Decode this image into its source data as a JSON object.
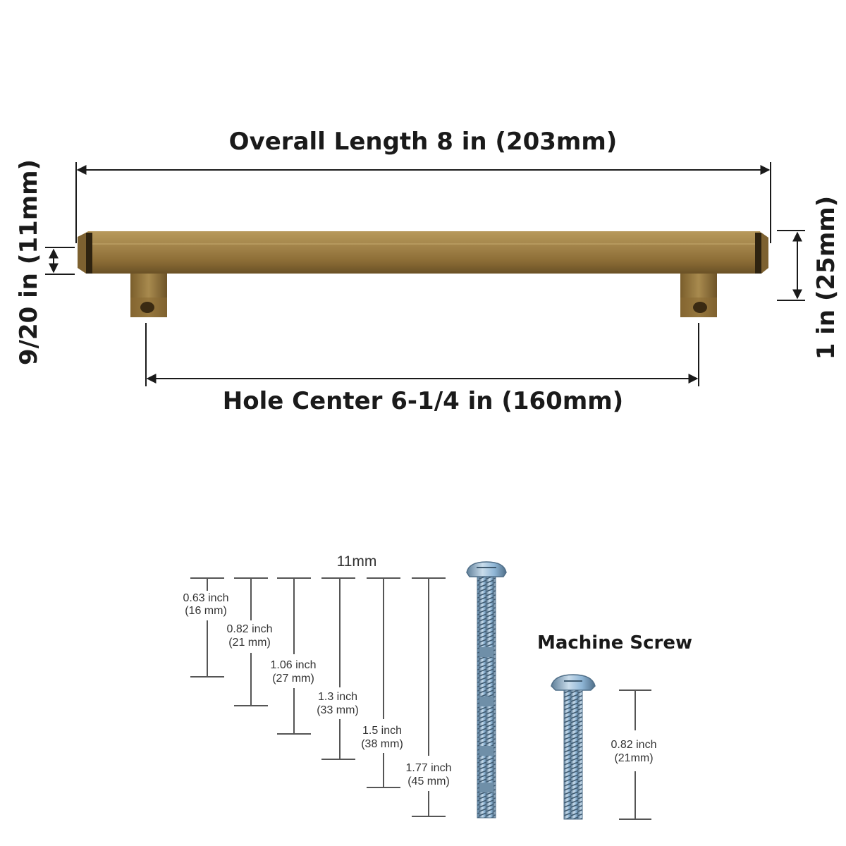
{
  "handle": {
    "overall_length": "Overall Length 8 in (203mm)",
    "hole_center": "Hole Center 6-1/4 in (160mm)",
    "bar_width": "9/20 in (11mm)",
    "projection": "1 in (25mm)"
  },
  "screws": {
    "diameter": "11mm",
    "title": "Machine Screw",
    "sizes": [
      {
        "inch": "0.63 inch",
        "mm": "(16 mm)"
      },
      {
        "inch": "0.82 inch",
        "mm": "(21 mm)"
      },
      {
        "inch": "1.06 inch",
        "mm": "(27 mm)"
      },
      {
        "inch": "1.3 inch",
        "mm": "(33 mm)"
      },
      {
        "inch": "1.5 inch",
        "mm": "(38 mm)"
      },
      {
        "inch": "1.77 inch",
        "mm": "(45 mm)"
      }
    ],
    "machine_screw": {
      "inch": "0.82 inch",
      "mm": "(21mm)"
    }
  },
  "colors": {
    "brass_light": "#a88a4e",
    "brass_dark": "#6e5428",
    "screw_blue": "#8fb6d6"
  }
}
